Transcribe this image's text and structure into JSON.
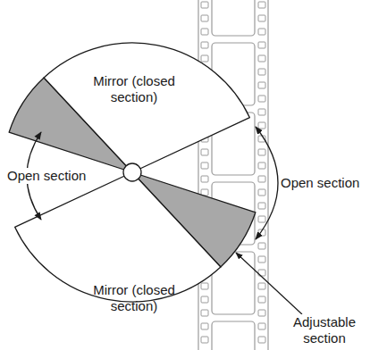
{
  "diagram": {
    "nodes": [
      {
        "text": [
          "Mirror (closed section)"
        ]
      },
      {
        "text": [
          "Mirror (closed section)"
        ]
      }
    ],
    "labels": [
      "Open section",
      "Open section",
      "Adjustable section"
    ]
  }
}
